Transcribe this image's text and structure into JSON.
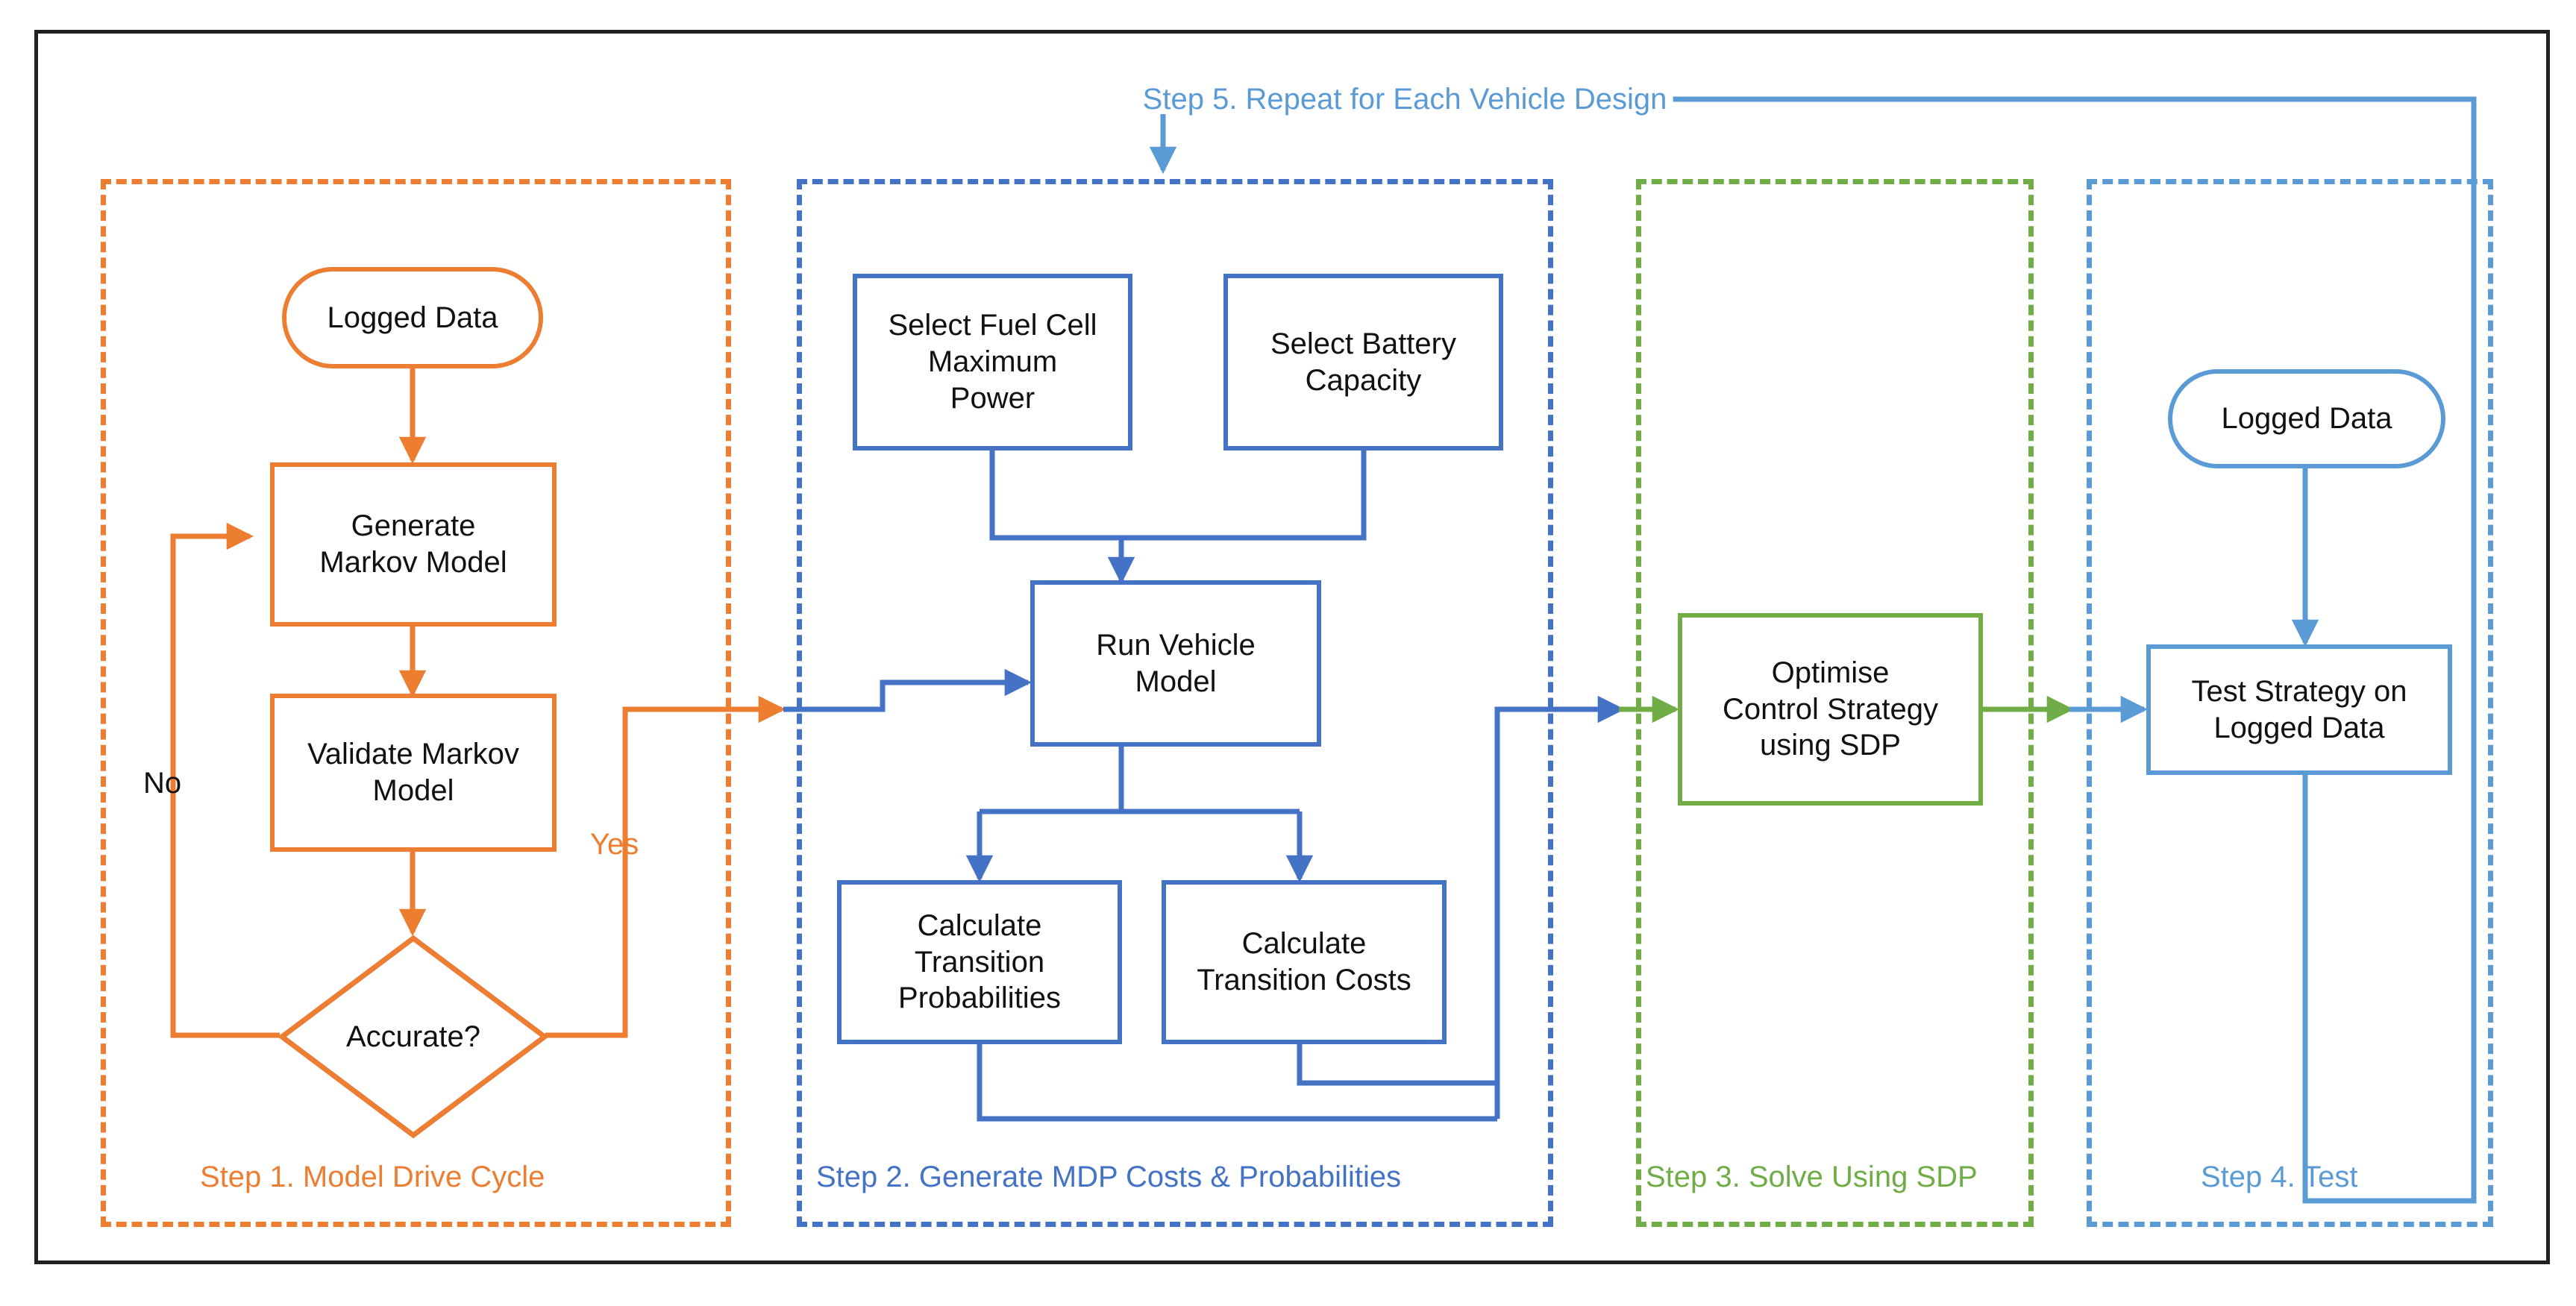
{
  "diagram": {
    "title": "Vehicle Design Optimisation Workflow",
    "colors": {
      "orange": "#ED7D31",
      "blue": "#4472C4",
      "green": "#70AD47",
      "light_blue": "#5B9BD5",
      "frame": "#231f20",
      "text": "#111111",
      "background": "#FFFFFF"
    },
    "groups": [
      {
        "id": "step1",
        "label": "Step 1. Model Drive Cycle",
        "color": "#ED7D31"
      },
      {
        "id": "step2",
        "label": "Step 2. Generate MDP Costs & Probabilities",
        "color": "#4472C4"
      },
      {
        "id": "step3",
        "label": "Step 3. Solve Using SDP",
        "color": "#70AD47"
      },
      {
        "id": "step4",
        "label": "Step 4. Test",
        "color": "#5B9BD5"
      }
    ],
    "nodes": [
      {
        "id": "logged-data-1",
        "label": "Logged Data",
        "shape": "pill",
        "group": "step1",
        "color": "#ED7D31"
      },
      {
        "id": "generate-markov-model",
        "label": "Generate\nMarkov Model",
        "shape": "rect",
        "group": "step1",
        "color": "#ED7D31"
      },
      {
        "id": "validate-markov-model",
        "label": "Validate Markov\nModel",
        "shape": "rect",
        "group": "step1",
        "color": "#ED7D31"
      },
      {
        "id": "accurate-decision",
        "label": "Accurate?",
        "shape": "diamond",
        "group": "step1",
        "color": "#ED7D31"
      },
      {
        "id": "select-fuel-cell-maximum-power",
        "label": "Select Fuel Cell\nMaximum\nPower",
        "shape": "rect",
        "group": "step2",
        "color": "#4472C4"
      },
      {
        "id": "select-battery-capacity",
        "label": "Select Battery\nCapacity",
        "shape": "rect",
        "group": "step2",
        "color": "#4472C4"
      },
      {
        "id": "run-vehicle-model",
        "label": "Run Vehicle\nModel",
        "shape": "rect",
        "group": "step2",
        "color": "#4472C4"
      },
      {
        "id": "calculate-transition-probabilities",
        "label": "Calculate\nTransition\nProbabilities",
        "shape": "rect",
        "group": "step2",
        "color": "#4472C4"
      },
      {
        "id": "calculate-transition-costs",
        "label": "Calculate\nTransition Costs",
        "shape": "rect",
        "group": "step2",
        "color": "#4472C4"
      },
      {
        "id": "optimise-control-strategy-using-sdp",
        "label": "Optimise\nControl Strategy\nusing SDP",
        "shape": "rect",
        "group": "step3",
        "color": "#70AD47"
      },
      {
        "id": "logged-data-2",
        "label": "Logged Data",
        "shape": "pill",
        "group": "step4",
        "color": "#5B9BD5"
      },
      {
        "id": "test-strategy-on-logged-data",
        "label": "Test Strategy on\nLogged Data",
        "shape": "rect",
        "group": "step4",
        "color": "#5B9BD5"
      }
    ],
    "edge_labels": [
      {
        "id": "no-label",
        "text": "No",
        "color": "#111111"
      },
      {
        "id": "yes-label",
        "text": "Yes",
        "color": "#ED7D31"
      },
      {
        "id": "step5-label",
        "text": "Step 5. Repeat for Each Vehicle Design",
        "color": "#5B9BD5"
      }
    ]
  }
}
